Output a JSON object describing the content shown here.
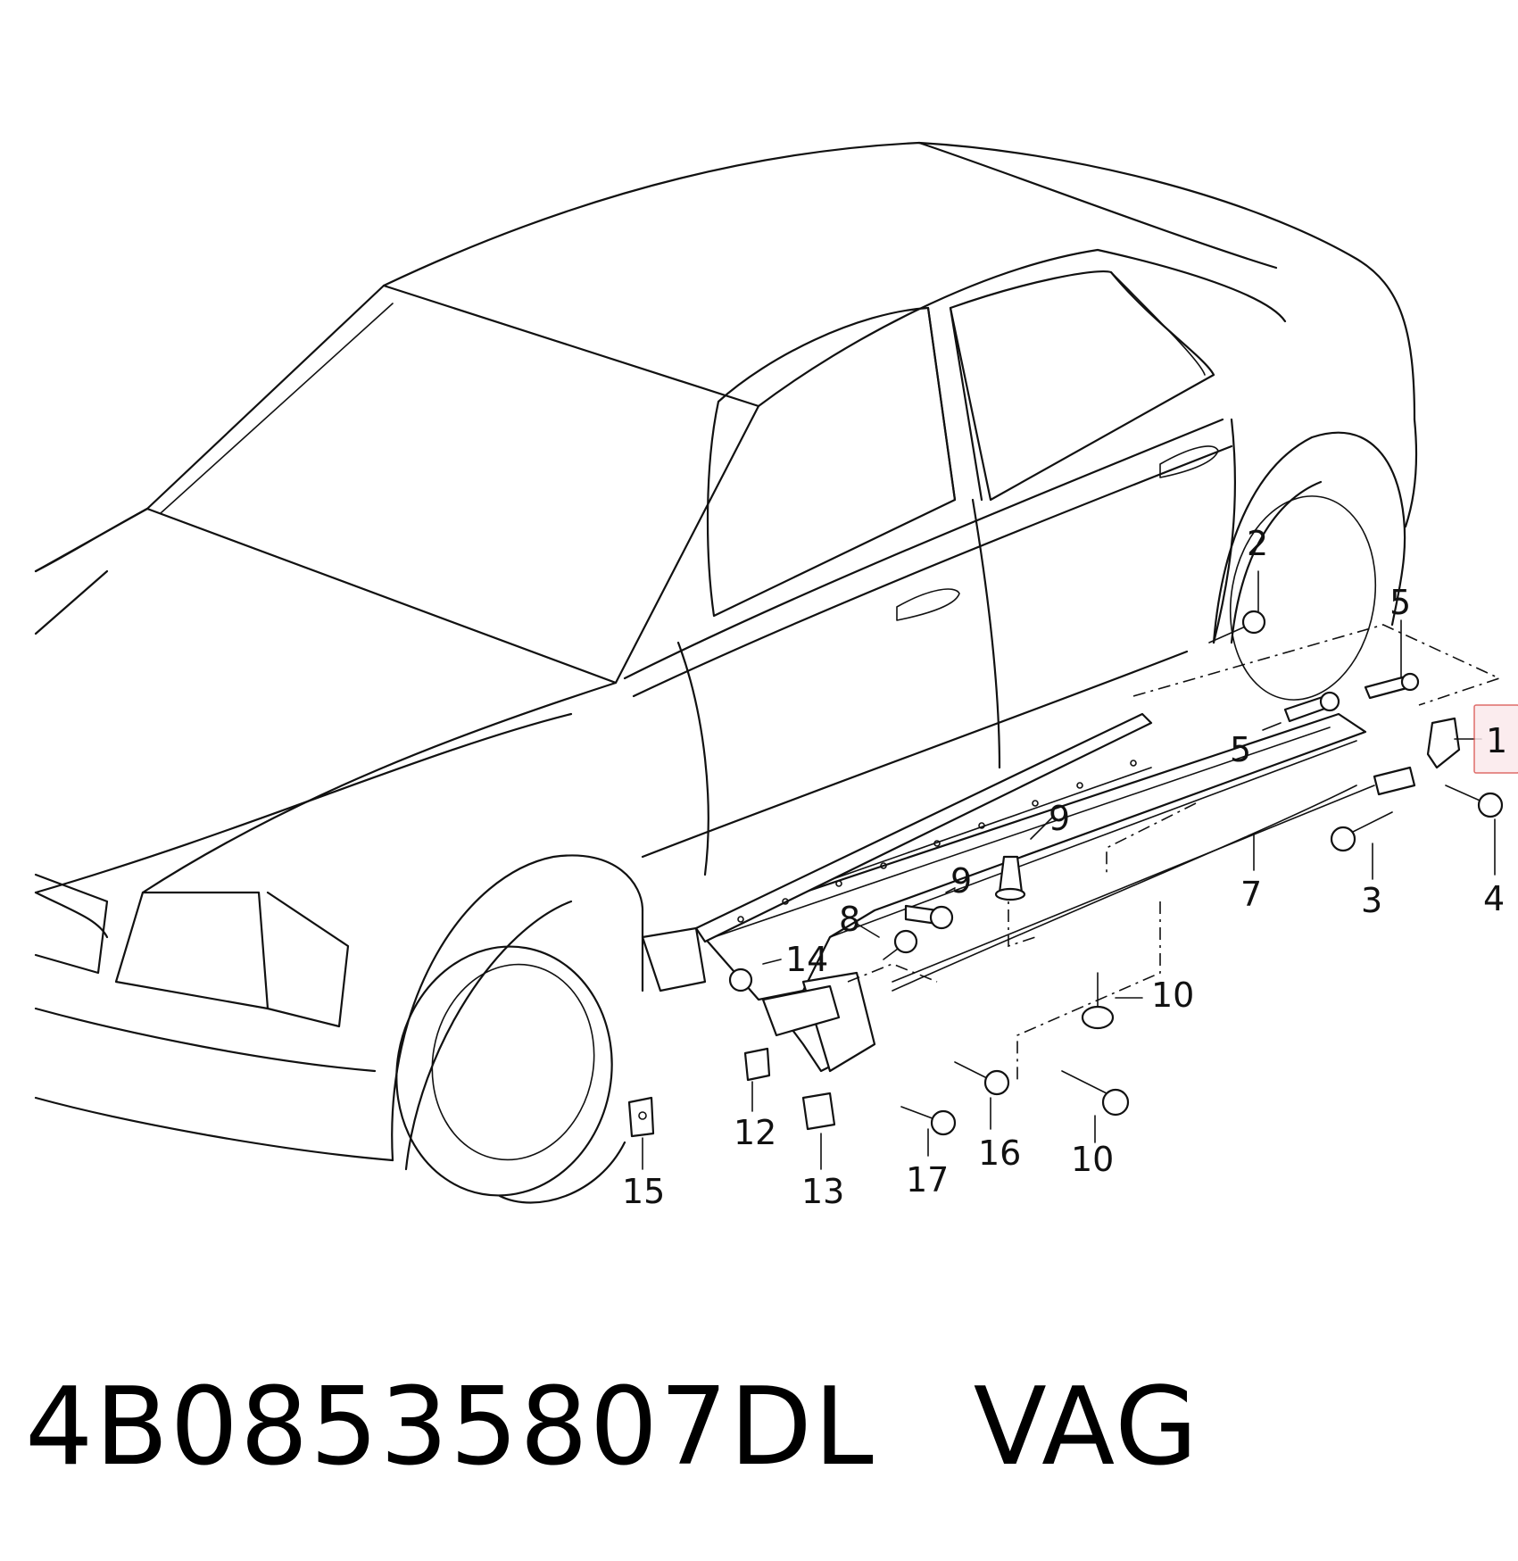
{
  "caption": {
    "part_number": "4B08535807DL",
    "brand": "VAG"
  },
  "callouts": {
    "c1": "1",
    "c2": "2",
    "c3": "3",
    "c4": "4",
    "c5a": "5",
    "c5b": "5",
    "c7": "7",
    "c8": "8",
    "c9a": "9",
    "c9b": "9",
    "c10a": "10",
    "c10b": "10",
    "c12": "12",
    "c13": "13",
    "c14": "14",
    "c15": "15",
    "c16": "16",
    "c17": "17"
  },
  "highlight_color": "#d9534f"
}
